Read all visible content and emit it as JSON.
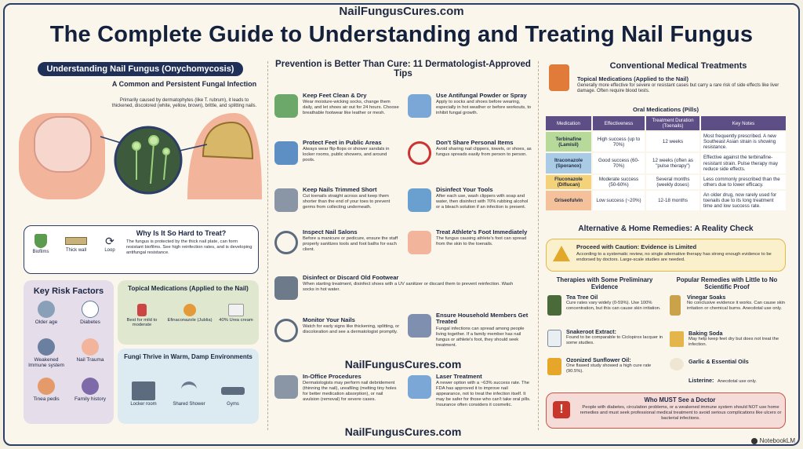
{
  "site": "NailFungusCures.com",
  "title": "The Complete Guide to Understanding and Treating Nail Fungus",
  "left": {
    "heading": "Understanding Nail Fungus (Onychomycosis)",
    "subheading": "A Common and Persistent Fungal Infection",
    "intro": "Primarily caused by dermatophytes (like T. rubrum), it leads to thickened, discolored (white, yellow, brown), brittle, and splitting nails.",
    "why": {
      "title": "Why Is It So Hard to Treat?",
      "icons": [
        "Biofilms",
        "Thick wall",
        "Loop"
      ],
      "text": "The fungus is protected by the thick nail plate, can form resistant biofilms. See high reinfection rates, and is developing antifungal resistance."
    },
    "risk": {
      "title": "Key Risk Factors",
      "items": [
        "Older age",
        "Diabetes",
        "Weakened Immune system",
        "Nail Trauma",
        "Tinea pedis",
        "Family history"
      ]
    },
    "topical": {
      "title": "Topical Medications (Applied to the Nail)",
      "items": [
        "Best for mild to moderate",
        "Efinaconazole (Jublia)",
        "40% Urea cream"
      ]
    },
    "fungi": {
      "title": "Fungi Thrive in Warm, Damp Environments",
      "items": [
        "Locker room",
        "Shared Shower",
        "Gyms"
      ]
    }
  },
  "middle": {
    "heading": "Prevention is Better Than Cure: 11 Dermatologist-Approved Tips",
    "tips": [
      {
        "title": "Keep Feet Clean & Dry",
        "text": "Wear moisture-wicking socks, change them daily, and let shoes air out for 24 hours. Choose breathable footwear like leather or mesh."
      },
      {
        "title": "Use Antifungal Powder or Spray",
        "text": "Apply to socks and shoes before wearing, especially in hot weather or before workouts, to inhibit fungal growth."
      },
      {
        "title": "Protect Feet in Public Areas",
        "text": "Always wear flip-flops or shower sandals in locker rooms, public showers, and around pools."
      },
      {
        "title": "Don't Share Personal Items",
        "text": "Avoid sharing nail clippers, towels, or shoes, as fungus spreads easily from person to person."
      },
      {
        "title": "Keep Nails Trimmed Short",
        "text": "Cut toenails straight across and keep them shorter than the end of your toes to prevent germs from collecting underneath."
      },
      {
        "title": "Disinfect Your Tools",
        "text": "After each use, wash clippers with soap and water, then disinfect with 70% rubbing alcohol or a bleach solution if an infection is present."
      },
      {
        "title": "Inspect Nail Salons",
        "text": "Before a manicure or pedicure, ensure the staff properly sanitizes tools and foot baths for each client."
      },
      {
        "title": "Treat Athlete's Foot Immediately",
        "text": "The fungus causing athlete's foot can spread from the skin to the toenails."
      },
      {
        "title": "Disinfect or Discard Old Footwear",
        "text": "When starting treatment, disinfect shoes with a UV sanitizer or discard them to prevent reinfection. Wash socks in hot water."
      },
      {
        "title": "Monitor Your Nails",
        "text": "Watch for early signs like thickening, splitting, or discoloration and see a dermatologist promptly."
      },
      {
        "title": "Ensure Household Members Get Treated",
        "text": "Fungal infections can spread among people living together. If a family member has nail fungus or athlete's foot, they should seek treatment."
      }
    ],
    "site2": "NailFungusCures.com",
    "office": {
      "title": "In-Office Procedures",
      "text": "Dermatologists may perform nail debridement (thinning the nail), ureafiling (melting tiny holes for better medication absorption), or nail avulsion (removal) for severe cases."
    },
    "laser": {
      "title": "Laser Treatment",
      "text": "A newer option with a ~63% success rate. The FDA has approved it to improve nail appearance, not to treat the infection itself. It may be safer for those who can't take oral pills. Insurance often considers it cosmetic."
    },
    "site3": "NailFungusCures.com"
  },
  "right": {
    "heading": "Conventional Medical Treatments",
    "topical_title": "Topical Medications (Applied to the Nail)",
    "topical_text": "Generally more effective for severe or resistant cases but carry a rare risk of side effects like liver damage. Often require blood tests.",
    "oral_title": "Oral Medications (Pills)",
    "table": {
      "headers": [
        "Medication",
        "Effectiveness",
        "Treatment Duration (Toenails)",
        "Key Notes"
      ],
      "rows": [
        [
          "Terbinafine (Lamisil)",
          "High success (up to 70%)",
          "12 weeks",
          "Most frequently prescribed. A new Southeast Asian strain is showing resistance."
        ],
        [
          "Itraconazole (Sporanox)",
          "Good success (60-70%)",
          "12 weeks (often as \"pulse therapy\")",
          "Effective against the terbinafine-resistant strain. Pulse therapy may reduce side effects."
        ],
        [
          "Fluconazole (Diflucan)",
          "Moderate success (50-60%)",
          "Several months (weekly doses)",
          "Less commonly prescribed than the others due to lower efficacy."
        ],
        [
          "Griseofulvin",
          "Low success (~20%)",
          "12-18 months",
          "An older drug, now rarely used for toenails due to its long treatment time and low success rate."
        ]
      ],
      "colors": [
        "#b7d99a",
        "#a9cbe6",
        "#f3d27a",
        "#f4c19a"
      ]
    },
    "alt_heading": "Alternative & Home Remedies: A Reality Check",
    "caution_title": "Proceed with Caution: Evidence is Limited",
    "caution_text": "According to a systematic review, no single alternative therapy has strong enough evidence to be endorsed by doctors. Large-scale studies are needed.",
    "some_title": "Therapies with Some Preliminary Evidence",
    "some": [
      {
        "title": "Tea Tree Oil",
        "text": "Cure rates vary widely (0-59%). Use 100% concentration, but this can cause skin irritation."
      },
      {
        "title": "Snakeroot Extract:",
        "text": "Found to be comparable to Ciclopirox lacquer in some studies."
      },
      {
        "title": "Ozonized Sunflower Oil:",
        "text": "One flawed study showed a high cure rate (90.5%)."
      }
    ],
    "little_title": "Popular Remedies with Little to No Scientific Proof",
    "little": [
      {
        "title": "Vinegar Soaks",
        "text": "No conclusive evidence it works. Can cause skin irritation or chemical burns. Anecdotal use only."
      },
      {
        "title": "Baking Soda",
        "text": "May help keep feet dry but does not treat the infection."
      },
      {
        "title": "Garlic & Essential Oils",
        "text": ""
      },
      {
        "title": "Listerine:",
        "text": "Anecdotal use only."
      }
    ],
    "doctor_title": "Who MUST See a Doctor",
    "doctor_text": "People with diabetes, circulation problems, or a weakened immune system should NOT use home remedies and must seek professional medical treatment to avoid serious complications like ulcers or bacterial infections."
  },
  "brand": "NotebookLM",
  "colors": {
    "navy": "#1f2f57",
    "purple": "#5d4e86",
    "green_box": "#dfe8cf",
    "blue_box": "#dcebf1",
    "red_box": "#f6dcd8",
    "yellow_box": "#fbf0cc"
  }
}
